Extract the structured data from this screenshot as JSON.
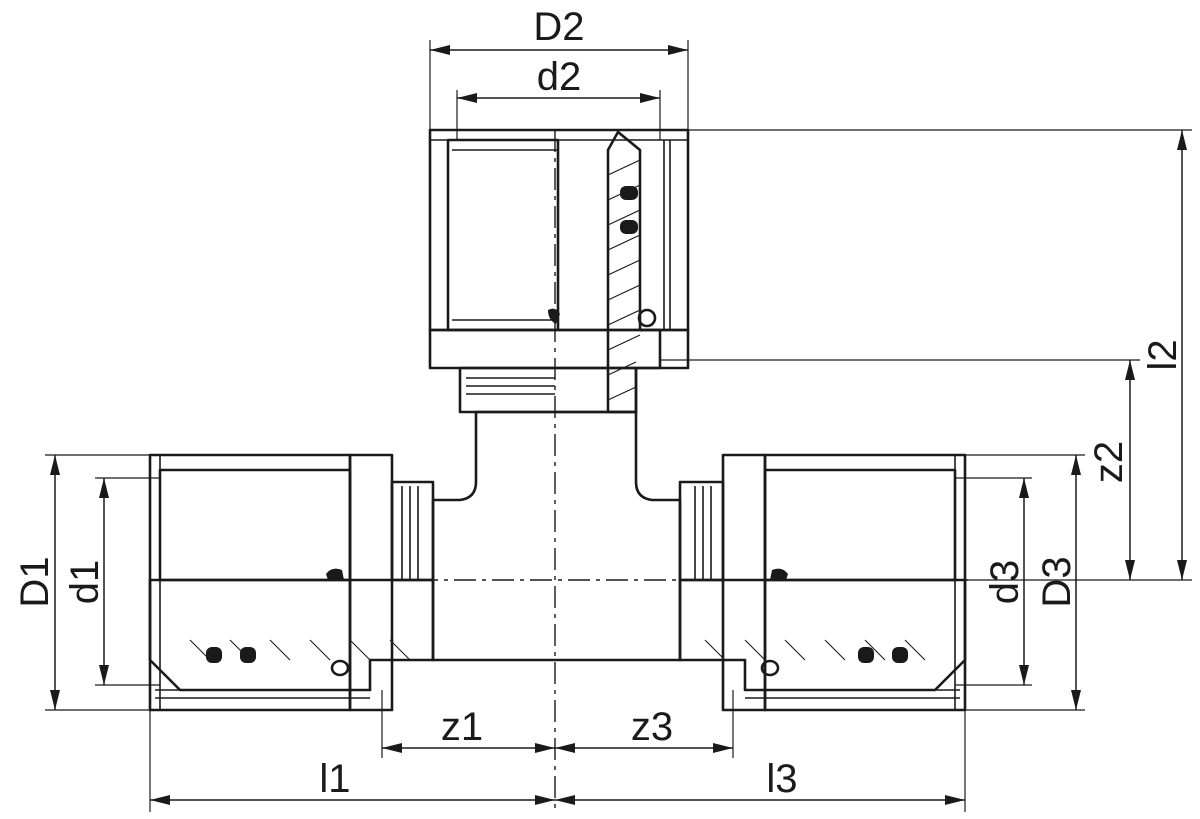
{
  "labels": {
    "D2": "D2",
    "d2": "d2",
    "l2": "l2",
    "z2": "z2",
    "D1": "D1",
    "d1": "d1",
    "d3": "d3",
    "D3": "D3",
    "z1": "z1",
    "z3": "z3",
    "l1": "l1",
    "l3": "l3"
  }
}
